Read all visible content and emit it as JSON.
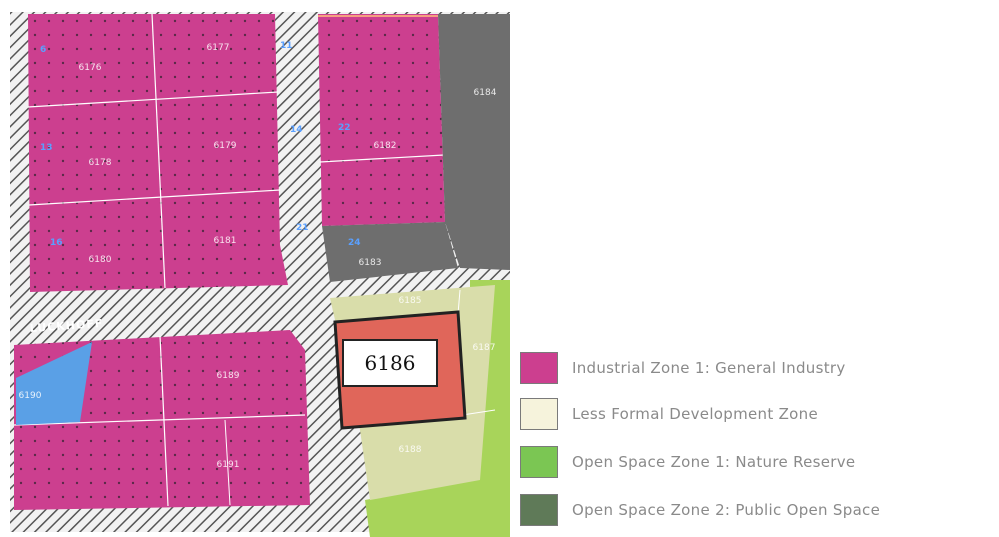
{
  "map": {
    "highlight_lot": "6186",
    "street_name": "LUCKHOFF",
    "lot_numbers": [
      "6176",
      "6177",
      "6178",
      "6179",
      "6180",
      "6181",
      "6182",
      "6183",
      "6184",
      "6185",
      "6187",
      "6188",
      "6189",
      "6190",
      "6191"
    ],
    "edge_numbers": [
      "6",
      "11",
      "13",
      "14",
      "16",
      "21",
      "22",
      "24"
    ]
  },
  "legend": {
    "items": [
      {
        "label": "Industrial Zone 1: General Industry",
        "color": "#cc3f8f"
      },
      {
        "label": "Less Formal Development Zone",
        "color": "#f6f3dc"
      },
      {
        "label": "Open Space Zone 1: Nature Reserve",
        "color": "#7bc653"
      },
      {
        "label": "Open Space Zone 2: Public Open Space",
        "color": "#5f7a58"
      }
    ]
  },
  "colors": {
    "industrial": "#cc3f8f",
    "less_formal": "#d9ddaa",
    "nature_reserve": "#a8d45a",
    "public_open_space": "#6e6e6e",
    "road_hatch": "#555555",
    "highlight_fill": "#e0665a",
    "highlight_stroke": "#222222",
    "water_blue": "#5aa0e6",
    "parcel_line": "#ffffff"
  }
}
